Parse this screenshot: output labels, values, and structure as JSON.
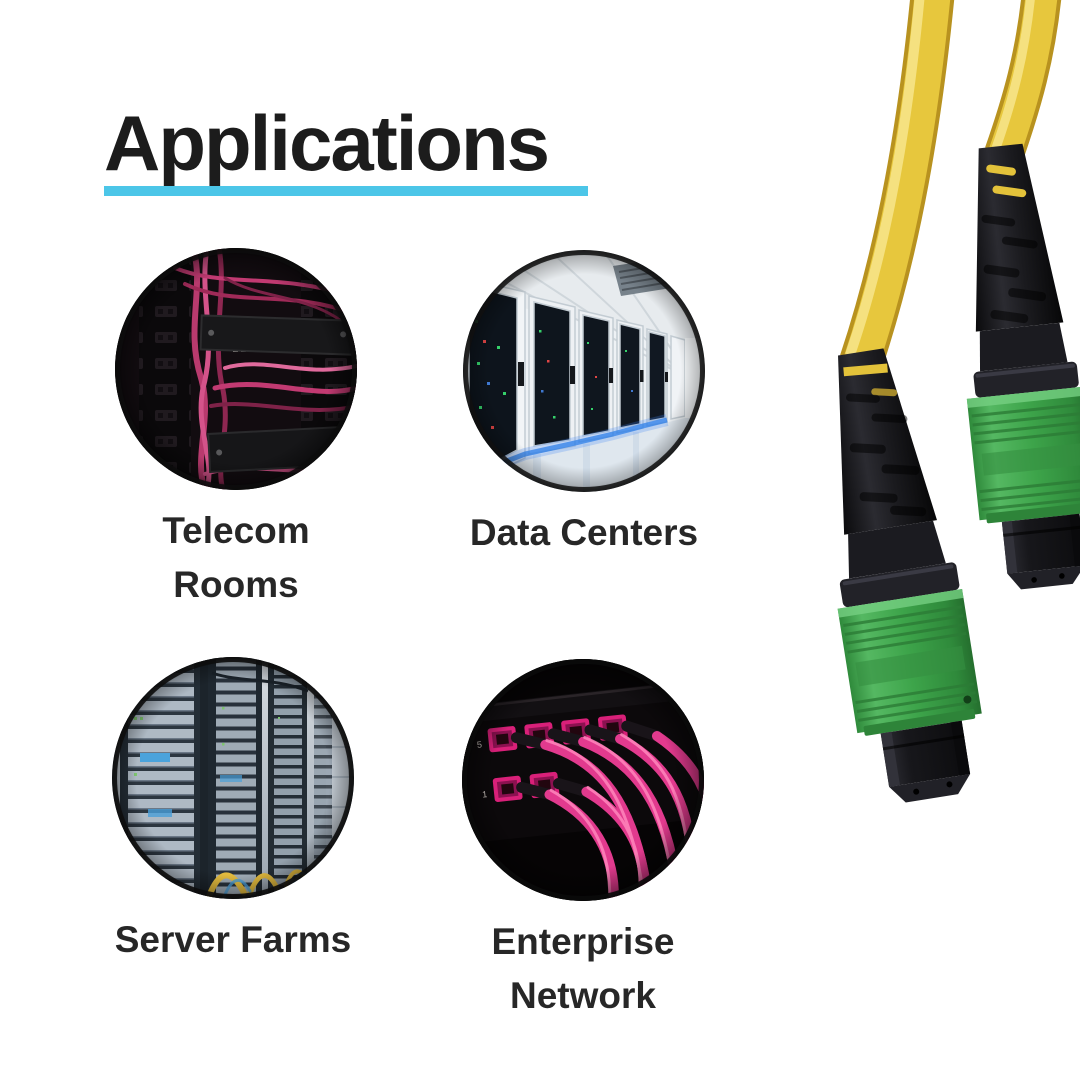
{
  "header": {
    "title": "Applications"
  },
  "theme": {
    "accent": "#4CC6E8",
    "title-color": "#1C1C1C",
    "label-color": "#272727",
    "cable-yellow": "#E7C73D",
    "cable-yellow-light": "#F6E387",
    "cable-yellow-dark": "#B8921F",
    "connector-green": "#3DA44A",
    "connector-green-light": "#55B862",
    "connector-green-dark": "#2F8A3B",
    "connector-black": "#1B1B20",
    "photo-pink": "#E23A8E"
  },
  "cards": [
    {
      "photo": "telecom-rooms-photo",
      "label_lines": [
        "Telecom",
        "Rooms"
      ]
    },
    {
      "photo": "data-centers-photo",
      "label_lines": [
        "Data Centers"
      ]
    },
    {
      "photo": "server-farms-photo",
      "label_lines": [
        "Server Farms"
      ]
    },
    {
      "photo": "enterprise-network-photo",
      "label_lines": [
        "Enterprise",
        "Network"
      ],
      "port_labels": [
        "5",
        "1"
      ]
    }
  ],
  "product": {
    "photo": "mpo-fiber-cable-photo"
  }
}
